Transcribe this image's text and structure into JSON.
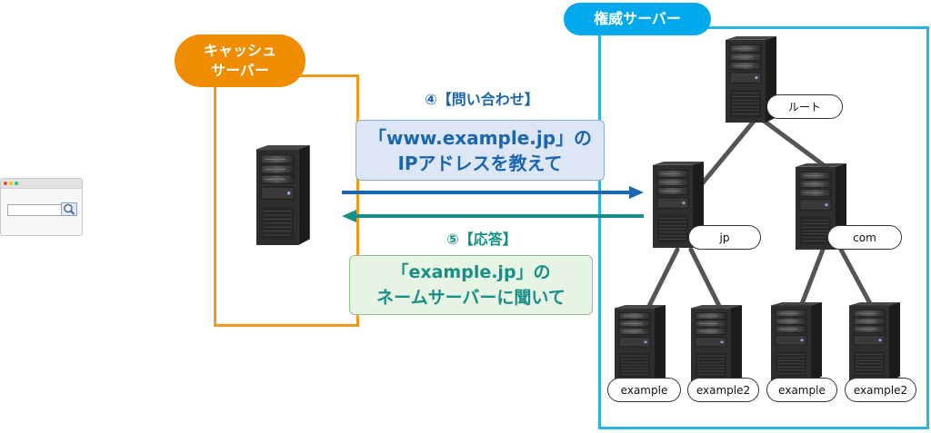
{
  "cache": {
    "label_line1": "キャッシュ",
    "label_line2": "サーバー"
  },
  "authoritative": {
    "label": "権威サーバー"
  },
  "query": {
    "label": "④【問い合わせ】",
    "line1": "「www.example.jp」の",
    "line2": "IPアドレスを教えて"
  },
  "answer": {
    "label": "⑤【応答】",
    "line1": "「example.jp」の",
    "line2": "ネームサーバーに聞いて"
  },
  "nodes": {
    "root": "ルート",
    "jp": "jp",
    "com": "com",
    "leaf1": "example",
    "leaf2": "example2",
    "leaf3": "example",
    "leaf4": "example2"
  },
  "colors": {
    "cache_orange": "#f08c00",
    "auth_blue": "#00a8ec",
    "query_blue": "#1b66b1",
    "answer_teal": "#168f87",
    "tree_line": "#555555"
  },
  "icons": [
    "browser-window-icon",
    "search-icon",
    "server-icon"
  ]
}
